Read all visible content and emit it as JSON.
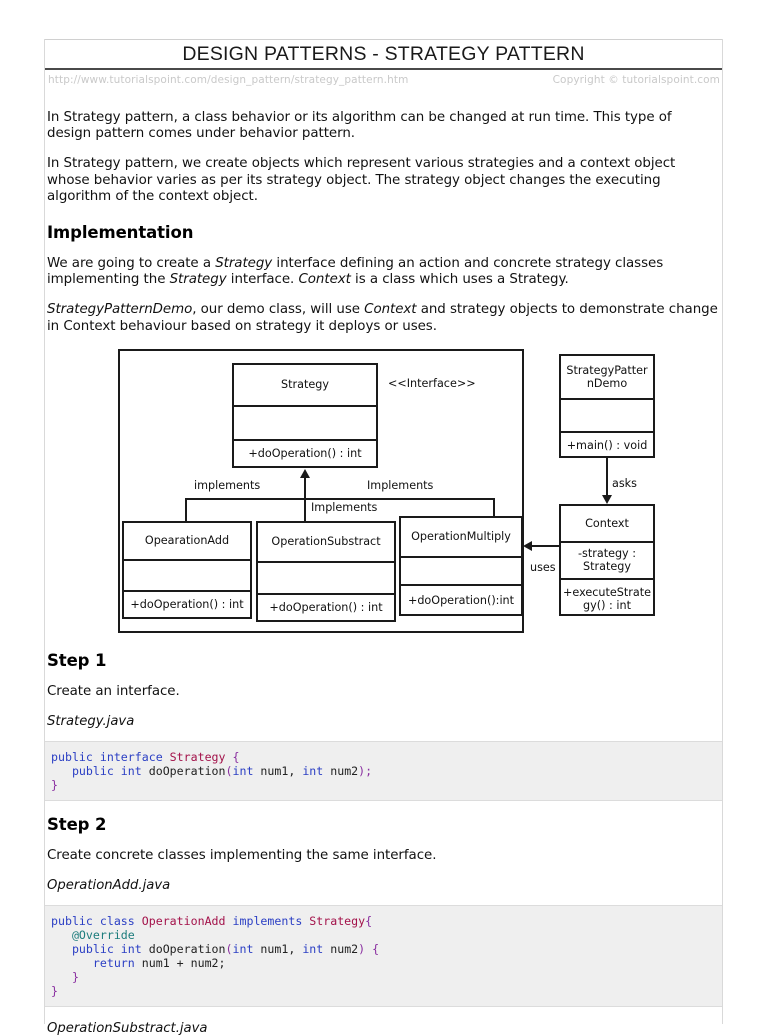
{
  "header": {
    "title": "DESIGN PATTERNS - STRATEGY PATTERN",
    "url": "http://www.tutorialspoint.com/design_pattern/strategy_pattern.htm",
    "copyright": "Copyright © tutorialspoint.com"
  },
  "intro": {
    "para1": "In Strategy pattern, a class behavior or its algorithm can be changed at run time. This type of design pattern comes under behavior pattern.",
    "para2": "In Strategy pattern, we create objects which represent various strategies and a context object whose behavior varies as per its strategy object. The strategy object changes the executing algorithm of the context object."
  },
  "implementation": {
    "heading": "Implementation",
    "para1_a": "We are going to create a ",
    "para1_i1": "Strategy",
    "para1_b": " interface defining an action and concrete strategy classes implementing the ",
    "para1_i2": "Strategy",
    "para1_c": " interface. ",
    "para1_i3": "Context",
    "para1_d": " is a class which uses a Strategy.",
    "para2_i1": "StrategyPatternDemo",
    "para2_a": ", our demo class, will use ",
    "para2_i2": "Context",
    "para2_b": " and strategy objects to demonstrate change in Context behaviour based on strategy it deploys or uses."
  },
  "diagram": {
    "strategy": {
      "name": "Strategy",
      "attributes": "",
      "method": "+doOperation() : int"
    },
    "interface_stereotype": "<<Interface>>",
    "implements_labels": {
      "left": "implements",
      "right": "Implements",
      "center": "Implements"
    },
    "concrete": [
      {
        "name": "OpearationAdd",
        "attributes": "",
        "method": "+doOperation() : int"
      },
      {
        "name": "OperationSubstract",
        "attributes": "",
        "method": "+doOperation() : int"
      },
      {
        "name": "OperationMultiply",
        "attributes": "",
        "method": "+doOperation():int"
      }
    ],
    "demo": {
      "name": "StrategyPatter nDemo",
      "attributes": "",
      "method": "+main() : void"
    },
    "context": {
      "name": "Context",
      "attributes": "-strategy : Strategy",
      "method": "+executeStrate gy() : int"
    },
    "asks_label": "asks",
    "uses_label": "uses"
  },
  "step1": {
    "heading": "Step 1",
    "description": "Create an interface.",
    "filename": "Strategy.java",
    "code_lines": [
      [
        {
          "t": "public interface ",
          "c": "kw"
        },
        {
          "t": "Strategy ",
          "c": "cls"
        },
        {
          "t": "{",
          "c": "pun"
        }
      ],
      [
        {
          "t": "   public int ",
          "c": "kw"
        },
        {
          "t": "doOperation",
          "c": "pla"
        },
        {
          "t": "(",
          "c": "pun"
        },
        {
          "t": "int ",
          "c": "kw"
        },
        {
          "t": "num1, ",
          "c": "pla"
        },
        {
          "t": "int ",
          "c": "kw"
        },
        {
          "t": "num2",
          "c": "pla"
        },
        {
          "t": ");",
          "c": "pun"
        }
      ],
      [
        {
          "t": "}",
          "c": "pun"
        }
      ]
    ]
  },
  "step2": {
    "heading": "Step 2",
    "description": "Create concrete classes implementing the same interface.",
    "filename": "OperationAdd.java",
    "code_lines": [
      [
        {
          "t": "public class ",
          "c": "kw"
        },
        {
          "t": "OperationAdd ",
          "c": "cls"
        },
        {
          "t": "implements ",
          "c": "kw"
        },
        {
          "t": "Strategy",
          "c": "cls"
        },
        {
          "t": "{",
          "c": "pun"
        }
      ],
      [
        {
          "t": "   @Override",
          "c": "ann"
        }
      ],
      [
        {
          "t": "   public int ",
          "c": "kw"
        },
        {
          "t": "doOperation",
          "c": "pla"
        },
        {
          "t": "(",
          "c": "pun"
        },
        {
          "t": "int ",
          "c": "kw"
        },
        {
          "t": "num1, ",
          "c": "pla"
        },
        {
          "t": "int ",
          "c": "kw"
        },
        {
          "t": "num2",
          "c": "pla"
        },
        {
          "t": ") {",
          "c": "pun"
        }
      ],
      [
        {
          "t": "      return ",
          "c": "kw"
        },
        {
          "t": "num1 + num2;",
          "c": "pla"
        }
      ],
      [
        {
          "t": "   }",
          "c": "pun"
        }
      ],
      [
        {
          "t": "}",
          "c": "pun"
        }
      ]
    ],
    "next_filename": "OperationSubstract.java"
  }
}
